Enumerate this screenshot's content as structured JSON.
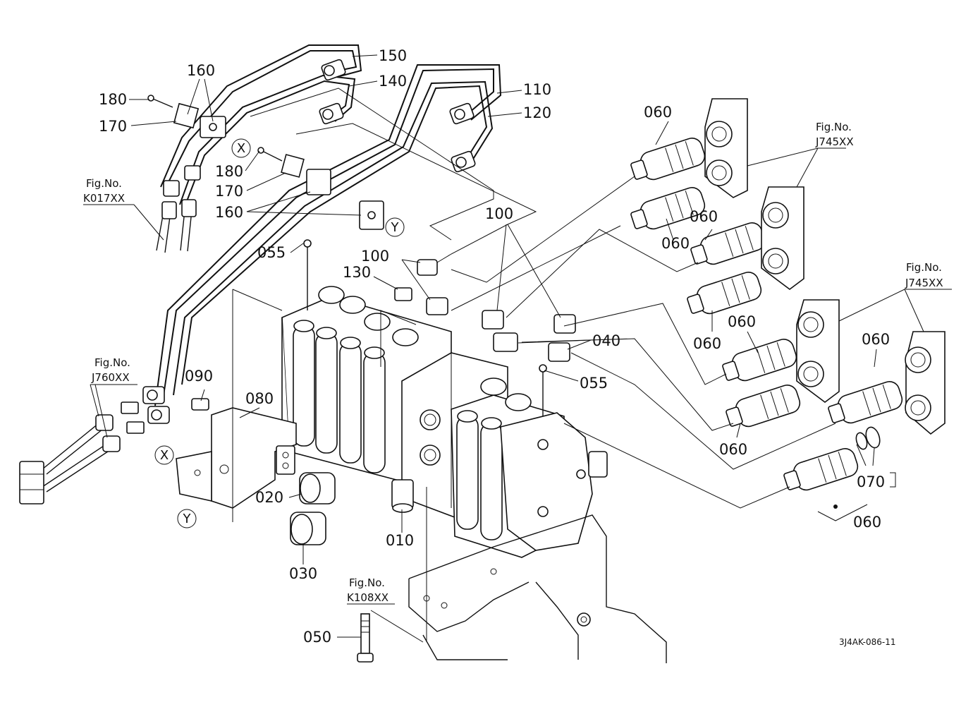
{
  "diagram": {
    "reference_code": "3J4AK-086-11",
    "fig_refs": [
      {
        "label": "Fig.No.",
        "code": "K017XX"
      },
      {
        "label": "Fig.No.",
        "code": "J745XX"
      },
      {
        "label": "Fig.No.",
        "code": "J745XX"
      },
      {
        "label": "Fig.No.",
        "code": "J760XX"
      },
      {
        "label": "Fig.No.",
        "code": "K108XX"
      }
    ],
    "part_labels": [
      "150",
      "140",
      "110",
      "120",
      "160",
      "180",
      "170",
      "180",
      "170",
      "160",
      "060",
      "060",
      "060",
      "060",
      "060",
      "060",
      "060",
      "060",
      "070",
      "060",
      "100",
      "100",
      "130",
      "055",
      "040",
      "055",
      "090",
      "080",
      "020",
      "030",
      "010",
      "050"
    ],
    "connection_markers": [
      "X",
      "Y",
      "X",
      "Y"
    ]
  }
}
